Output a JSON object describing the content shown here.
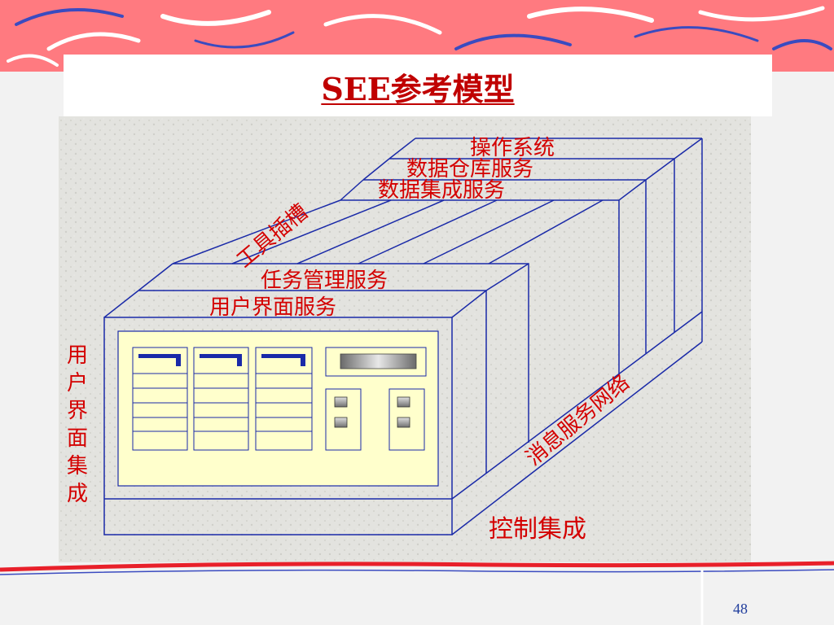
{
  "slide": {
    "title": "SEE参考模型",
    "page_number": "48"
  },
  "diagram": {
    "labels": {
      "os": "操作系统",
      "repository": "数据仓库服务",
      "integration": "数据集成服务",
      "tool_slot": "工具插槽",
      "task_mgmt": "任务管理服务",
      "ui_service": "用户界面服务",
      "ui_integration": [
        "用",
        "户",
        "界",
        "面",
        "集",
        "成"
      ],
      "messaging": "消息服务网络",
      "control": "控制集成"
    },
    "colors": {
      "line": "#1a2aa8",
      "label": "#d40000",
      "panel": "#ffffcc",
      "slide_top": "#ff7a80"
    }
  }
}
